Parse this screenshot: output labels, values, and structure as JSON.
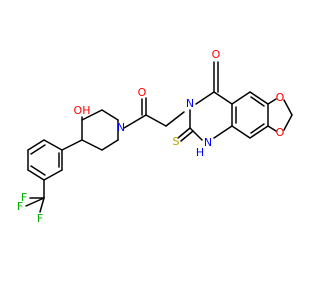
{
  "atoms": [
    {
      "label": "O",
      "color": "#ff0000"
    },
    {
      "label": "OH",
      "color": "#ff0000"
    },
    {
      "label": "N",
      "color": "#0000ff"
    },
    {
      "label": "N",
      "color": "#0000ff"
    },
    {
      "label": "H",
      "color": "#0000ff"
    },
    {
      "label": "N",
      "color": "#0000ff"
    },
    {
      "label": "O",
      "color": "#ff0000"
    },
    {
      "label": "O",
      "color": "#ff0000"
    },
    {
      "label": "O",
      "color": "#ff0000"
    },
    {
      "label": "S",
      "color": "#b8a200"
    },
    {
      "label": "F",
      "color": "#00b000"
    },
    {
      "label": "F",
      "color": "#00b000"
    },
    {
      "label": "F",
      "color": "#00b000"
    }
  ]
}
